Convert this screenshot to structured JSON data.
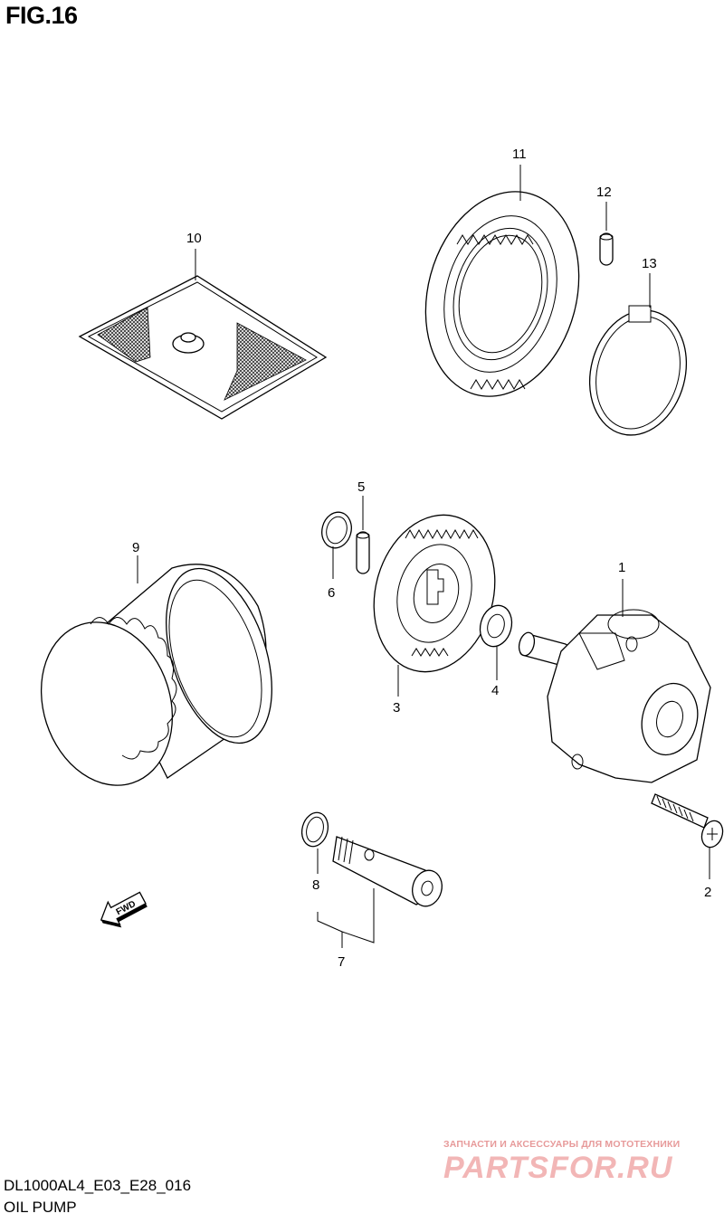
{
  "figure": {
    "title": "FIG.16"
  },
  "callouts": {
    "c1": "1",
    "c2": "2",
    "c3": "3",
    "c4": "4",
    "c5": "5",
    "c6": "6",
    "c7": "7",
    "c8": "8",
    "c9": "9",
    "c10": "10",
    "c11": "11",
    "c12": "12",
    "c13": "13"
  },
  "direction_marker": {
    "label": "FWD",
    "icon": "arrow-icon"
  },
  "footer": {
    "model_code": "DL1000AL4_E03_E28_016",
    "model_name": "OIL PUMP"
  },
  "watermark": {
    "tagline": "ЗАПЧАСТИ И АКСЕССУАРЫ ДЛЯ МОТОТЕХНИКИ",
    "logo": "PARTSFOR.RU"
  }
}
